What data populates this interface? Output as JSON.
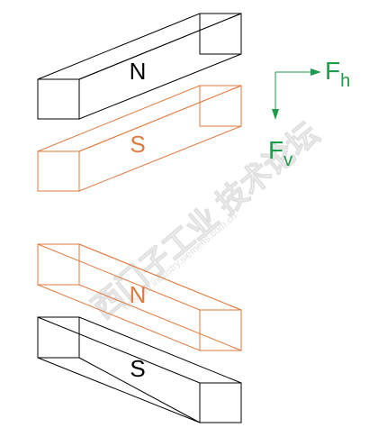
{
  "diagram": {
    "colors": {
      "background": "#ffffff",
      "black_bar": "#000000",
      "orange_bar": "#e07a3e",
      "force": "#1e9b4a",
      "watermark": "#c8c8c8"
    },
    "bars": [
      {
        "id": "top-fixed-magnet",
        "label": "N",
        "color_key": "black_bar"
      },
      {
        "id": "top-moving-magnet",
        "label": "S",
        "color_key": "orange_bar"
      },
      {
        "id": "bottom-moving-magnet",
        "label": "N",
        "color_key": "orange_bar"
      },
      {
        "id": "bottom-fixed-magnet",
        "label": "S",
        "color_key": "black_bar"
      }
    ],
    "forces": {
      "horizontal": {
        "letter": "F",
        "subscript": "h"
      },
      "vertical": {
        "letter": "F",
        "subscript": "v"
      }
    },
    "watermark": {
      "line1": "西门子工业 技术论坛",
      "line2": "www.ad.industry.siemens.com.cn"
    }
  }
}
